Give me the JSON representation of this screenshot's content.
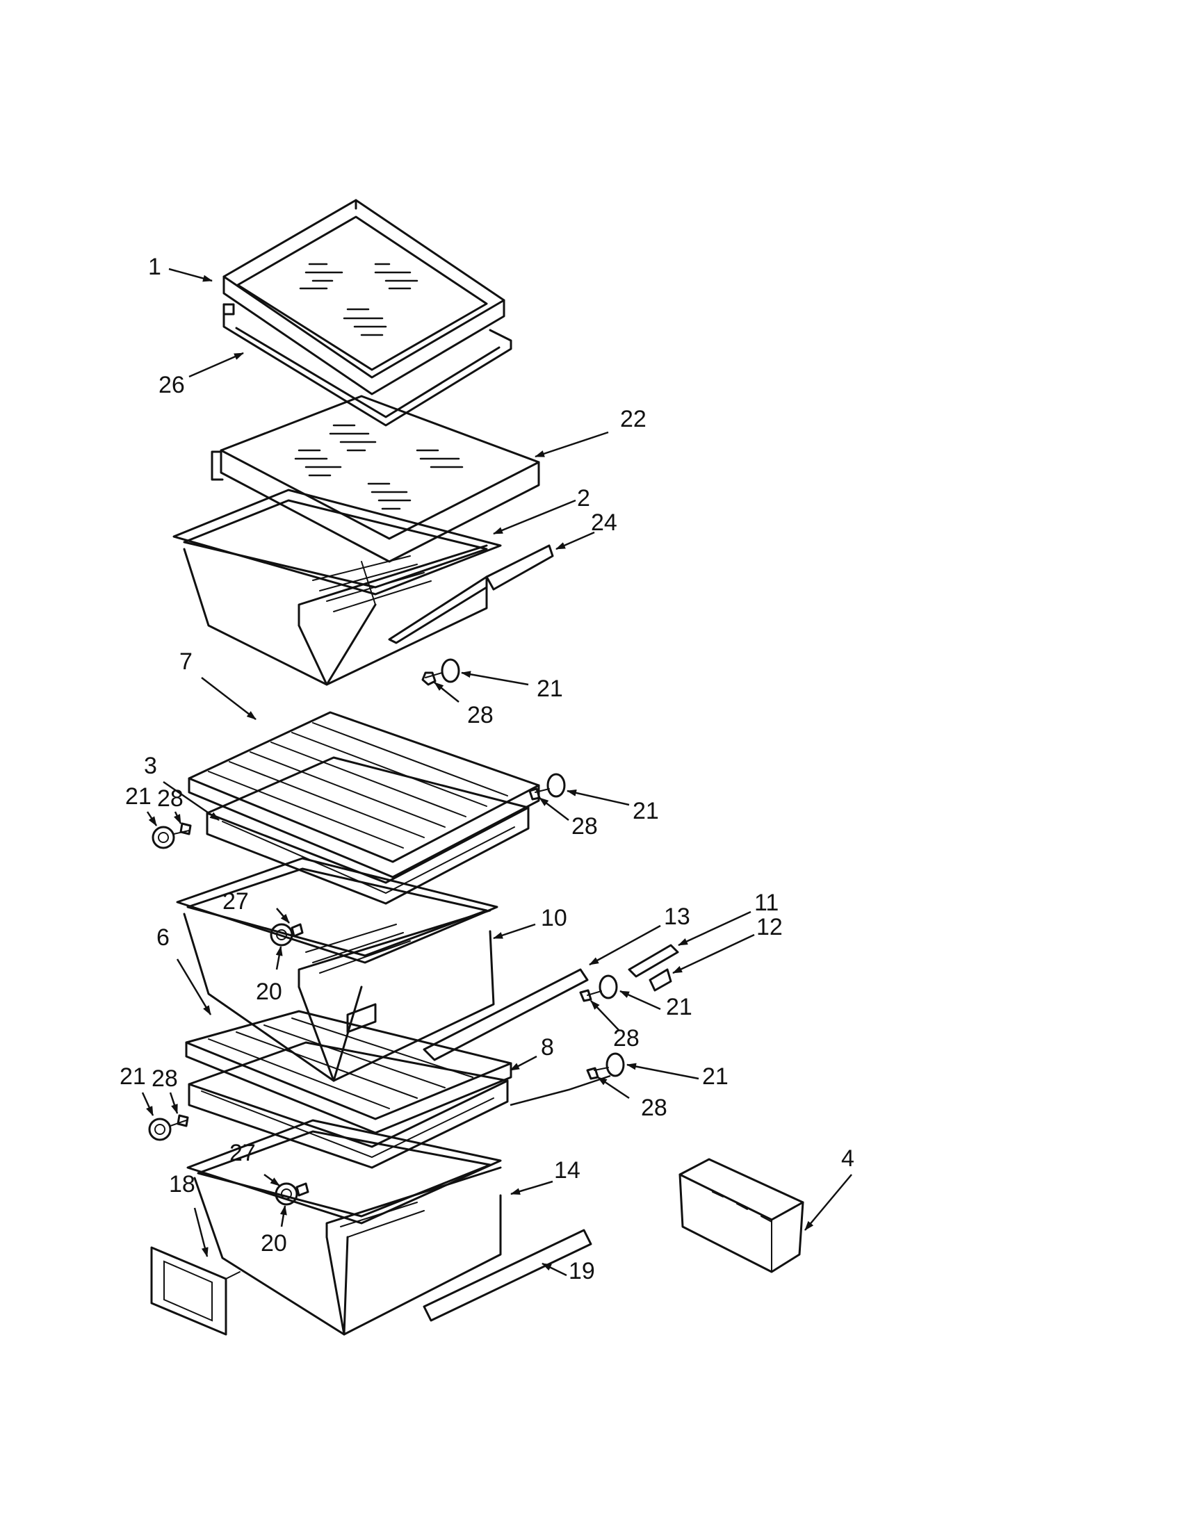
{
  "diagram": {
    "callouts": [
      {
        "id": "c1",
        "label": "1"
      },
      {
        "id": "c26",
        "label": "26"
      },
      {
        "id": "c22",
        "label": "22"
      },
      {
        "id": "c2",
        "label": "2"
      },
      {
        "id": "c24",
        "label": "24"
      },
      {
        "id": "c7",
        "label": "7"
      },
      {
        "id": "c21a",
        "label": "21"
      },
      {
        "id": "c28a",
        "label": "28"
      },
      {
        "id": "c3",
        "label": "3"
      },
      {
        "id": "c21b",
        "label": "21"
      },
      {
        "id": "c28b",
        "label": "28"
      },
      {
        "id": "c21c",
        "label": "21"
      },
      {
        "id": "c28c",
        "label": "28"
      },
      {
        "id": "c27a",
        "label": "27"
      },
      {
        "id": "c20a",
        "label": "20"
      },
      {
        "id": "c10",
        "label": "10"
      },
      {
        "id": "c13",
        "label": "13"
      },
      {
        "id": "c11",
        "label": "11"
      },
      {
        "id": "c12",
        "label": "12"
      },
      {
        "id": "c6",
        "label": "6"
      },
      {
        "id": "c21d",
        "label": "21"
      },
      {
        "id": "c28d",
        "label": "28"
      },
      {
        "id": "c8",
        "label": "8"
      },
      {
        "id": "c21e",
        "label": "21"
      },
      {
        "id": "c28e",
        "label": "28"
      },
      {
        "id": "c21f",
        "label": "21"
      },
      {
        "id": "c28f",
        "label": "28"
      },
      {
        "id": "c27b",
        "label": "27"
      },
      {
        "id": "c14",
        "label": "14"
      },
      {
        "id": "c4",
        "label": "4"
      },
      {
        "id": "c18",
        "label": "18"
      },
      {
        "id": "c20b",
        "label": "20"
      },
      {
        "id": "c19",
        "label": "19"
      }
    ]
  }
}
